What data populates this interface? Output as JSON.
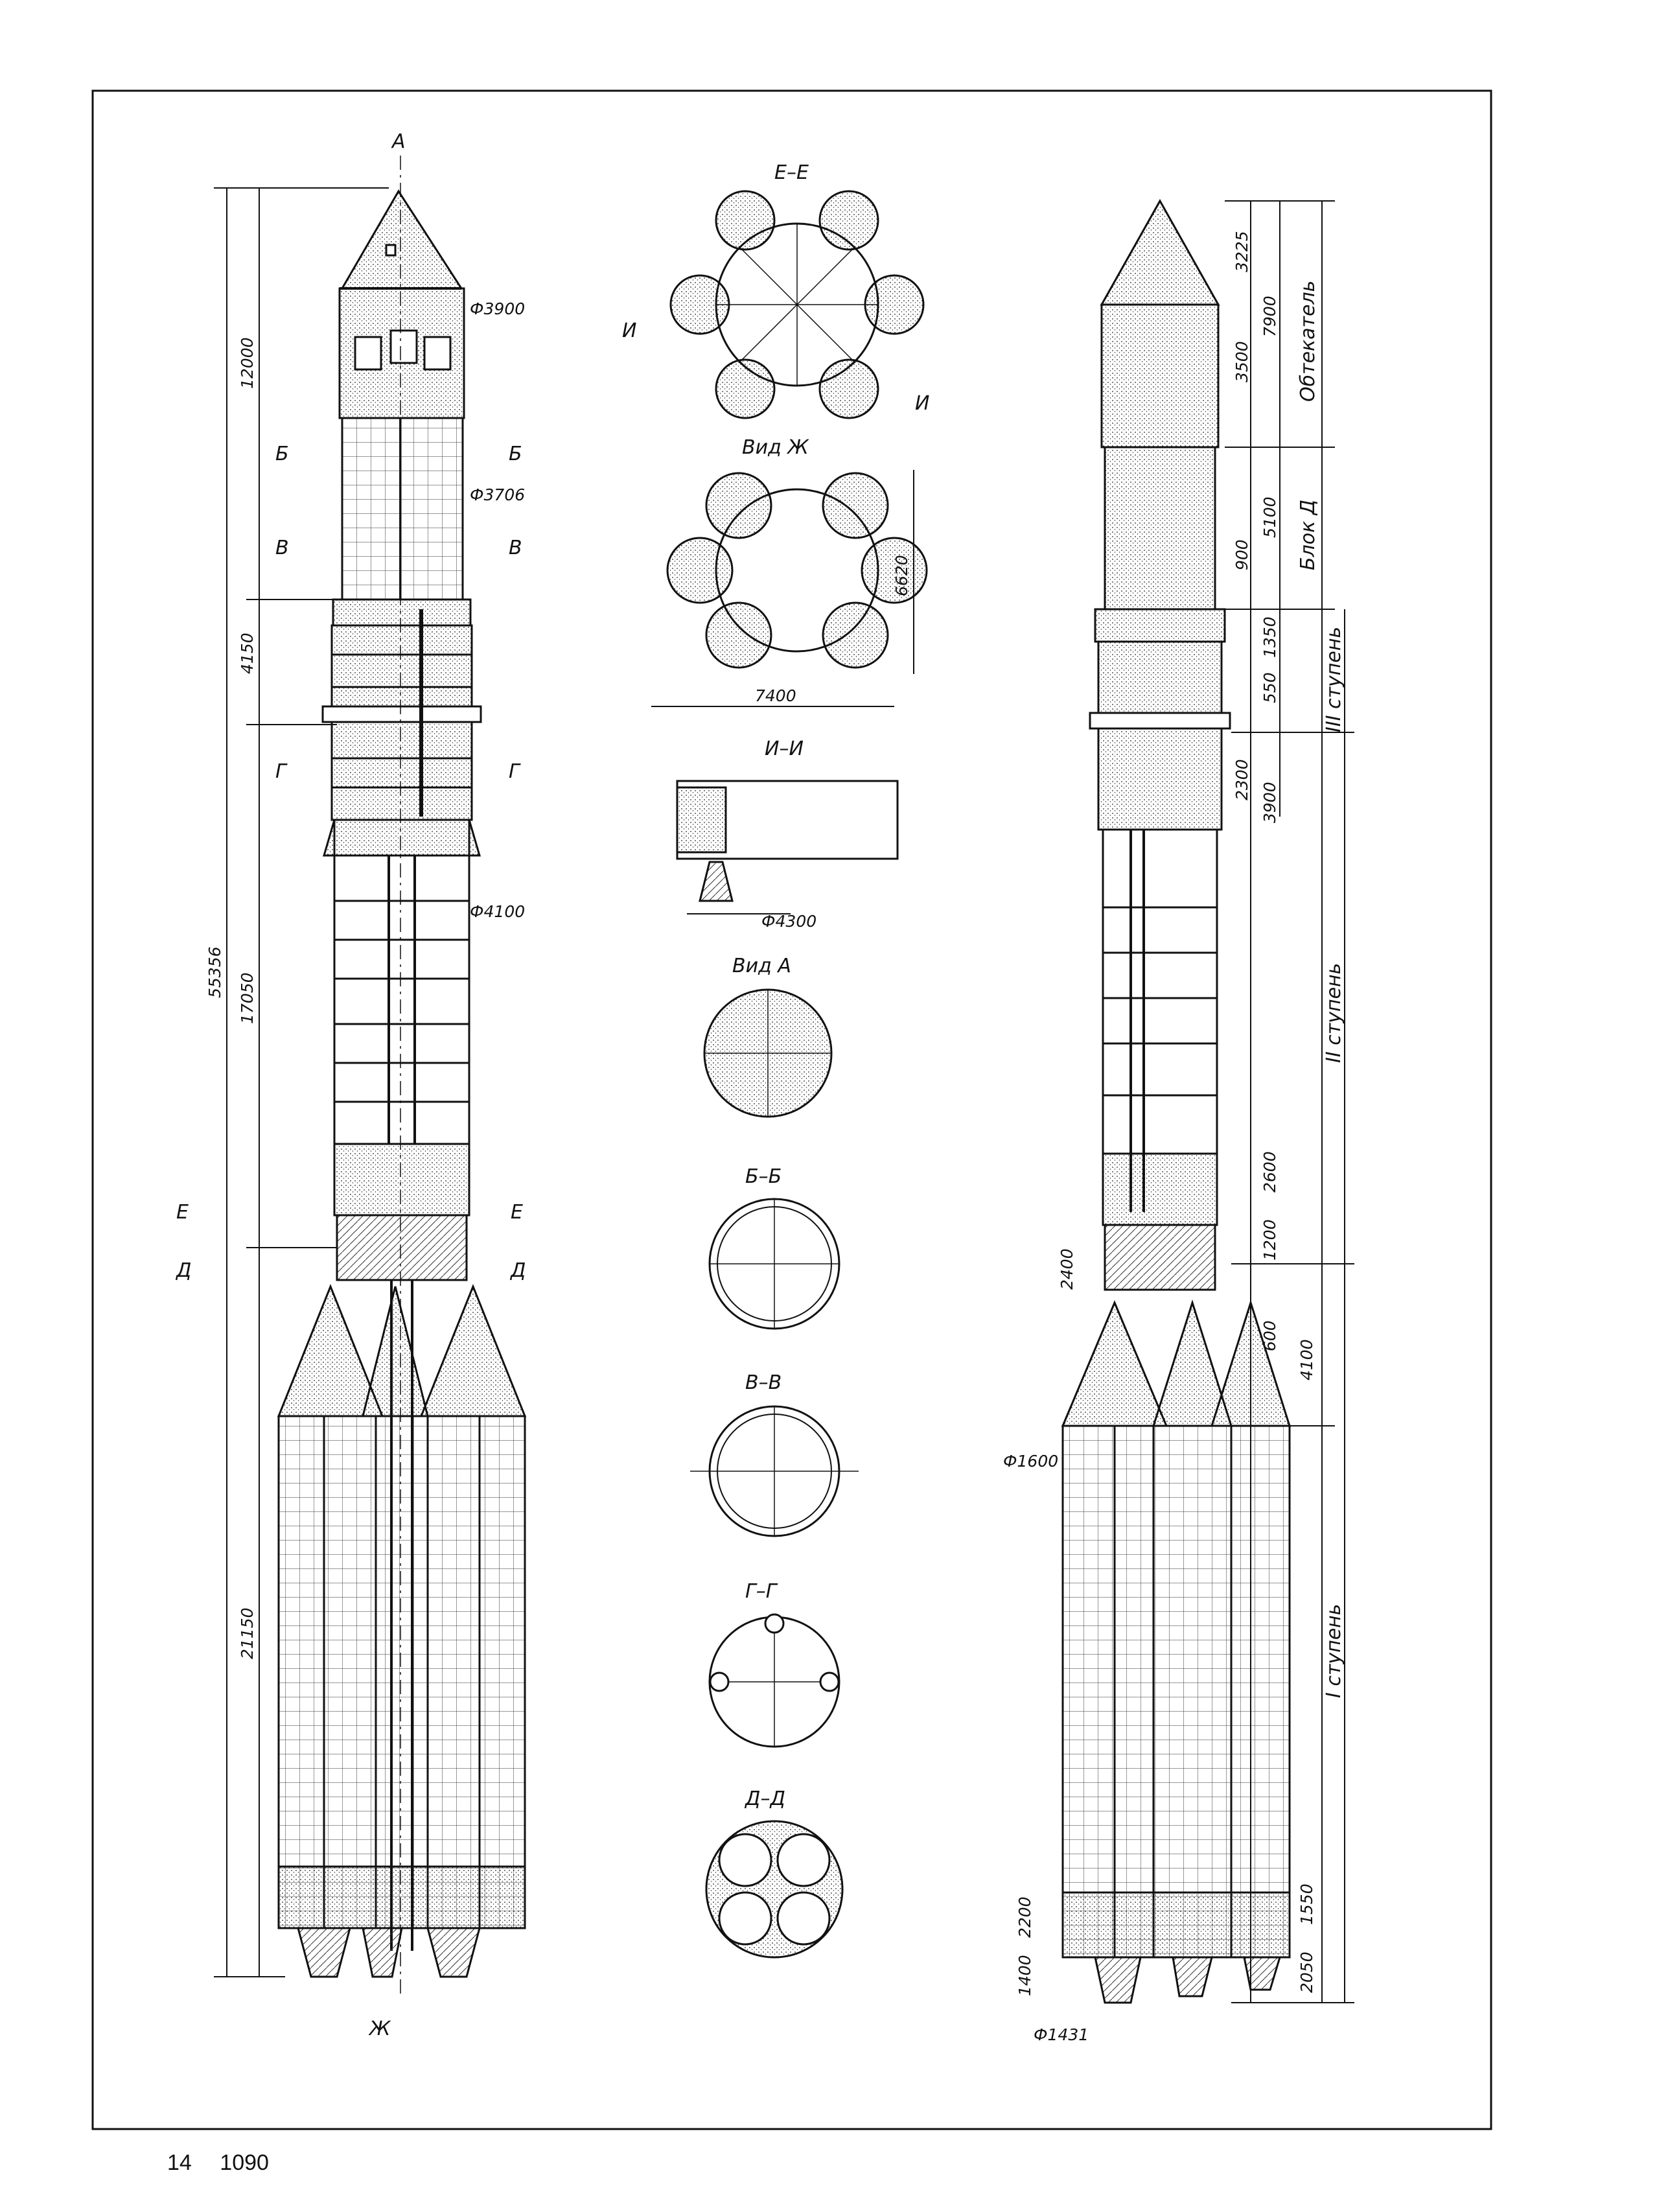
{
  "footer": {
    "page_number": "14",
    "code": "1090"
  },
  "left_view": {
    "section_marks": {
      "a": "А",
      "b_left": "Б",
      "b_right": "Б",
      "v_left": "В",
      "v_right": "В",
      "g_left": "Г",
      "g_right": "Г",
      "e_left": "Е",
      "e_right": "Е",
      "d_left": "Д",
      "d_right": "Д",
      "zh": "Ж"
    },
    "diameters": {
      "fairing": "Ф3900",
      "upper": "Ф3706",
      "stage2": "Ф4100"
    },
    "dimensions": {
      "overall": "55356",
      "d12000": "12000",
      "d4150": "4150",
      "d17050": "17050",
      "d21150": "21150"
    }
  },
  "right_view": {
    "dimensions": {
      "d3225": "3225",
      "d7900": "7900",
      "d3500": "3500",
      "d5100": "5100",
      "d900": "900",
      "d1350": "1350",
      "d550": "550",
      "d2300": "2300",
      "d3900": "3900",
      "d2600": "2600",
      "d1200": "1200",
      "d2400": "2400",
      "d600": "600",
      "d4100": "4100",
      "d2200": "2200",
      "d1400": "1400",
      "d1550": "1550",
      "d2050": "2050"
    },
    "diameters": {
      "booster": "Ф1600",
      "nozzle": "Ф1431"
    },
    "stage_labels": {
      "fairing": "Обтекатель",
      "block_d": "Блок Д",
      "stage3": "III ступень",
      "stage2": "II ступень",
      "stage1": "I ступень"
    }
  },
  "center_views": {
    "ee": {
      "title": "Е–Е",
      "mark_left": "И",
      "mark_right": "И"
    },
    "zh": {
      "title": "Вид Ж",
      "width": "7400",
      "height": "6620"
    },
    "ii": {
      "title": "И–И",
      "diameter": "Ф4300"
    },
    "a": {
      "title": "Вид А"
    },
    "bb": {
      "title": "Б–Б"
    },
    "vv": {
      "title": "В–В"
    },
    "gg": {
      "title": "Г–Г"
    },
    "dd": {
      "title": "Д–Д"
    }
  }
}
